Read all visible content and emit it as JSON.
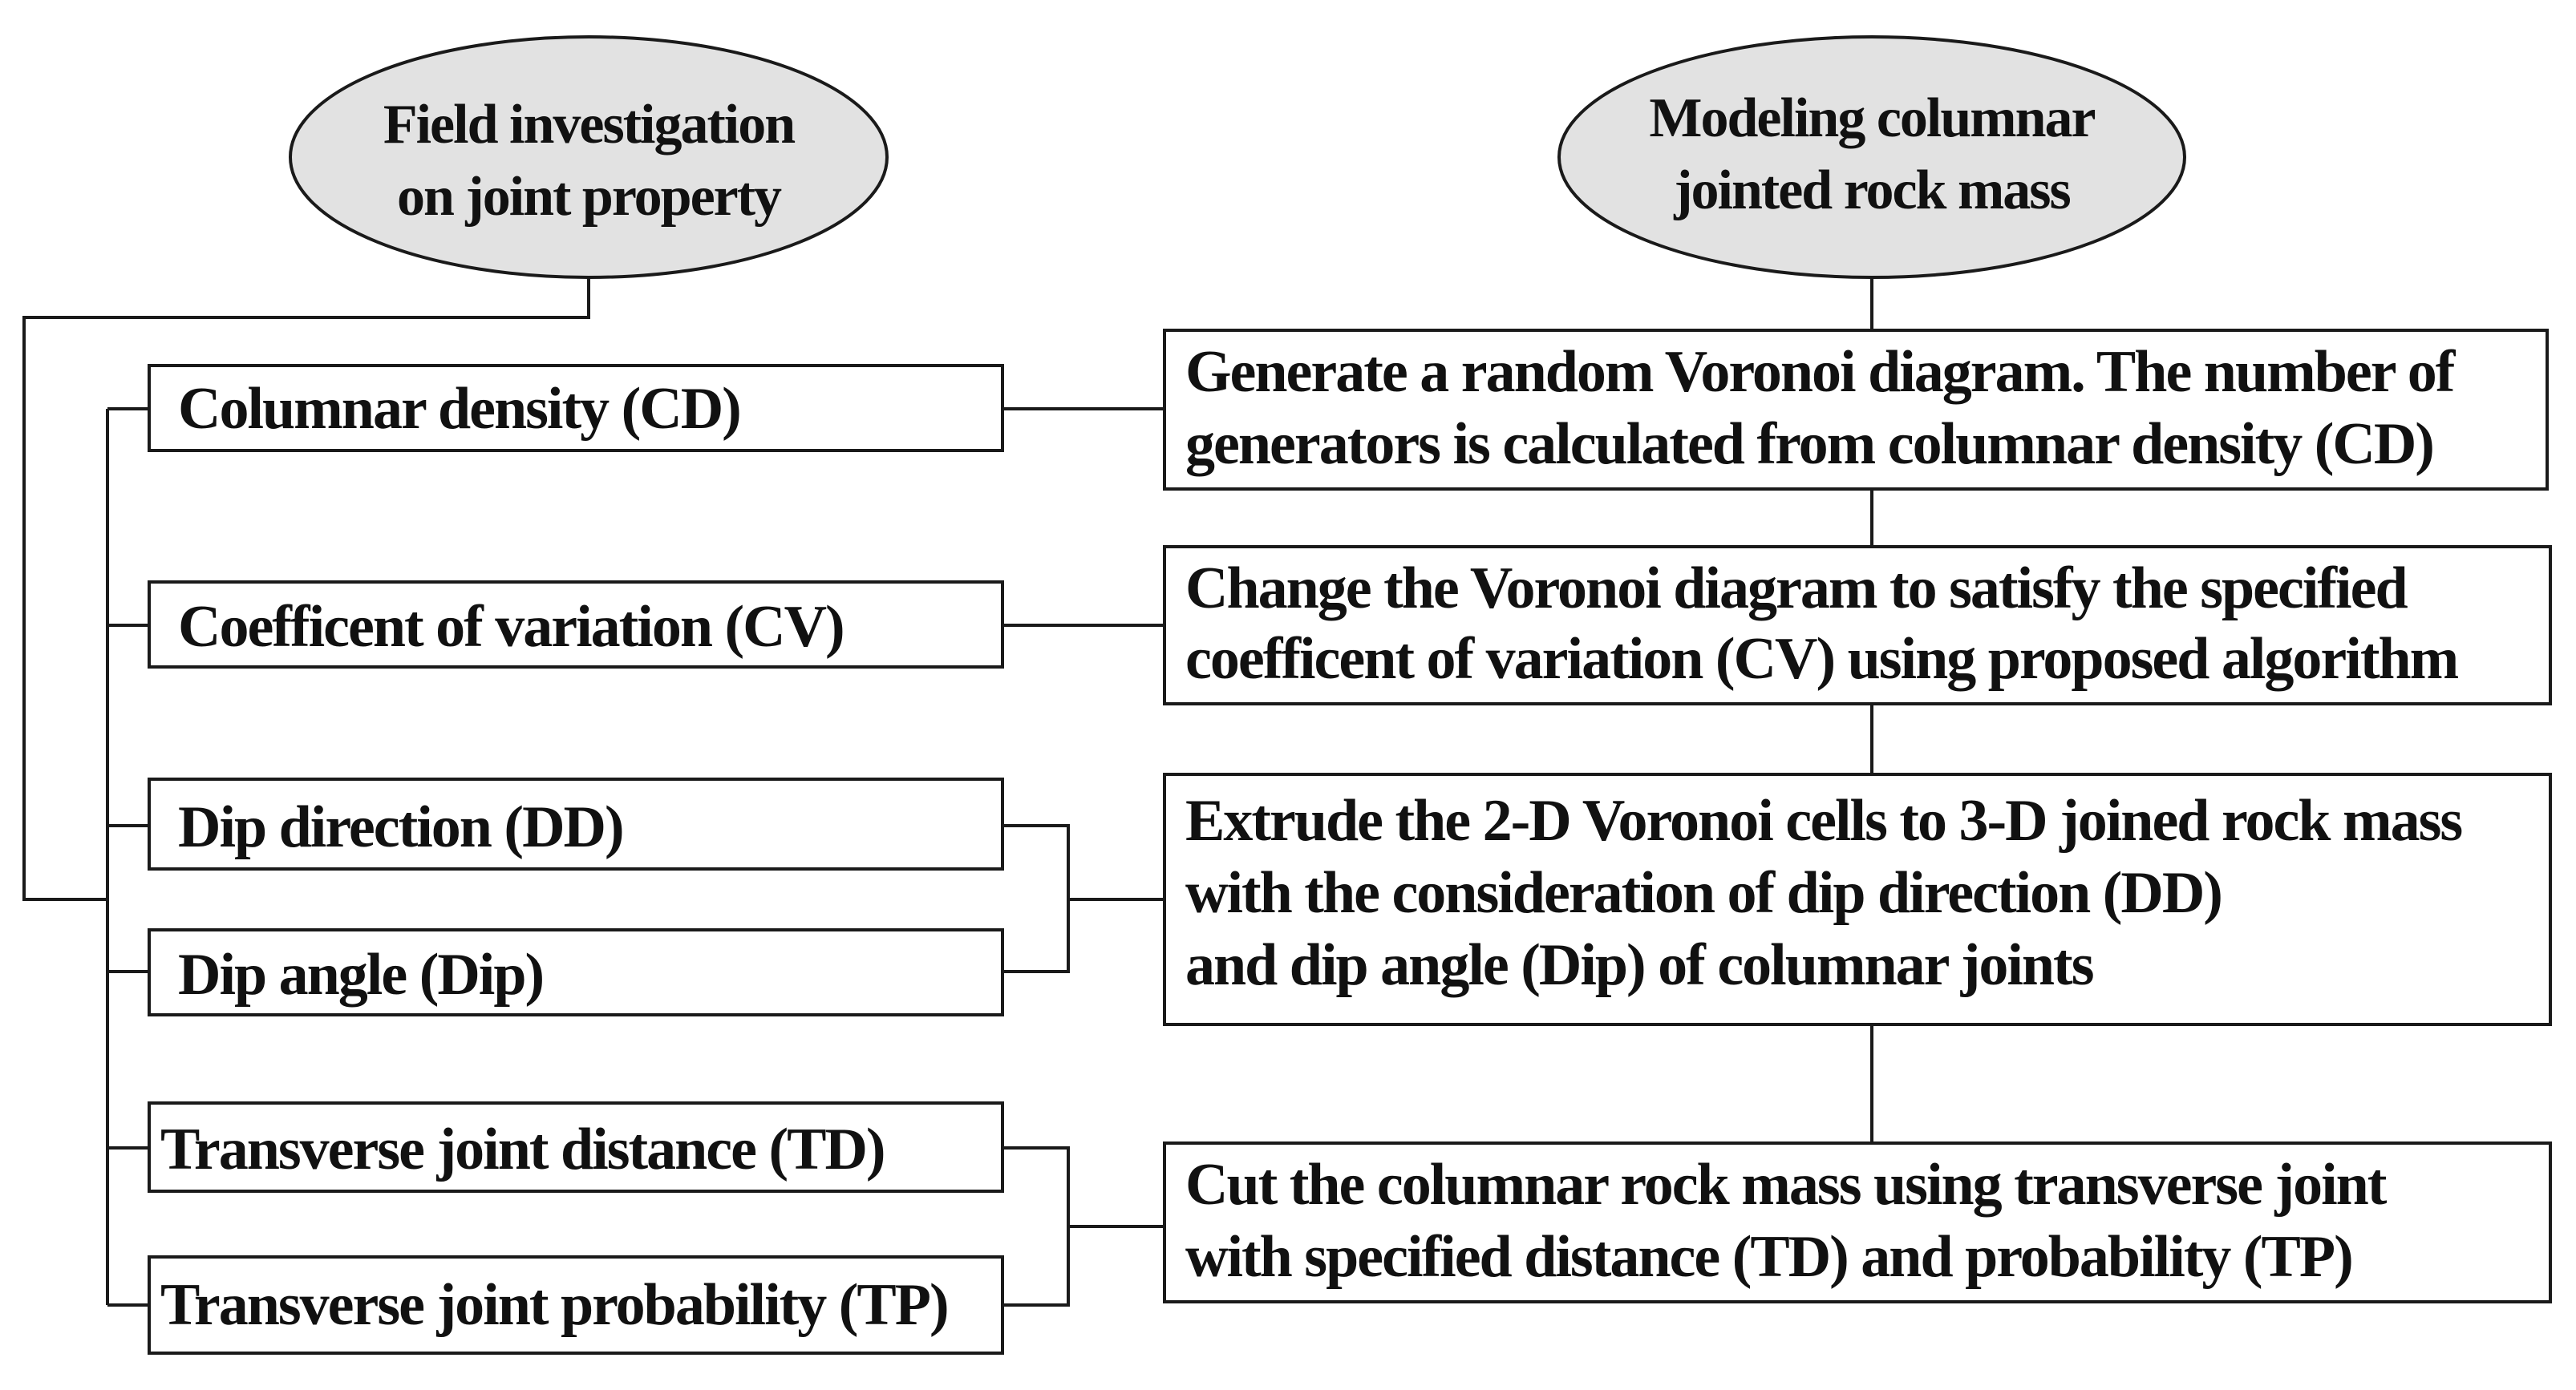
{
  "left_header": {
    "line1": "Field investigation",
    "line2": "on joint property"
  },
  "right_header": {
    "line1": "Modeling columnar",
    "line2": "jointed rock mass"
  },
  "parameters": [
    "Columnar density (CD)",
    "Coefficent of variation (CV)",
    "Dip direction (DD)",
    "Dip angle (Dip)",
    "Transverse joint distance (TD)",
    "Transverse joint probability (TP)"
  ],
  "steps": [
    {
      "line1": "Generate a random Voronoi diagram. The number of",
      "line2": "generators is calculated from columnar density (CD)"
    },
    {
      "line1": "Change the Voronoi diagram to satisfy the specified",
      "line2": "coefficent of variation (CV) using proposed algorithm"
    },
    {
      "line1": "Extrude the 2-D Voronoi cells to 3-D joined rock mass",
      "line2": "with the consideration of dip direction (DD)",
      "line3": "and dip angle (Dip) of columnar joints"
    },
    {
      "line1": "Cut the columnar rock mass using transverse joint",
      "line2": "with specified distance (TD) and probability (TP)"
    }
  ]
}
